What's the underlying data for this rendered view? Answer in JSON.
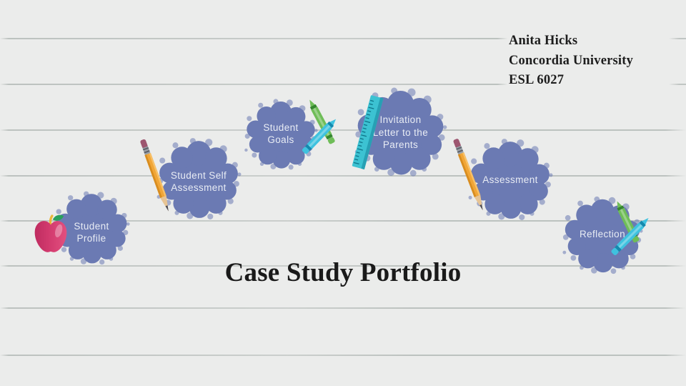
{
  "title": {
    "text": "Case Study Portfolio"
  },
  "header": {
    "lines": [
      "Anita Hicks",
      "Concordia University",
      "ESL 6027"
    ]
  },
  "colors": {
    "bg": "#ebeceb",
    "line": "#969f9b",
    "cloud": "#6b7ab3",
    "label-text": "#eef1f7",
    "title-text": "#1a1a1a",
    "header-text": "#1d1d1d",
    "pencil-body": "#f1a637",
    "pencil-body-light": "#f7c067",
    "pencil-body-dark": "#d88d20",
    "pencil-eraser": "#9d5670",
    "pencil-ferrule": "#99a0a8",
    "pencil-wood": "#e7c494",
    "pencil-lead": "#4c4c55",
    "crayon-green": "#6fbd58",
    "crayon-green-dark": "#35862f",
    "crayon-cyan": "#3fc2df",
    "crayon-cyan-dark": "#1489ad",
    "ruler": "#3cc2d2",
    "ruler-shade": "#27a0b4",
    "ruler-tick": "#0e7488",
    "apple": "#d23a6e",
    "apple-stem": "#e9b63a",
    "apple-leaf": "#2aa05c"
  },
  "nodes": [
    {
      "id": "student-profile",
      "icon": "apple-icon",
      "lines": [
        "Student",
        "Profile"
      ]
    },
    {
      "id": "student-self-assessment",
      "icon": "pencil-icon",
      "lines": [
        "Student Self",
        "Assessment"
      ]
    },
    {
      "id": "student-goals",
      "icon": "crayons-icon",
      "lines": [
        "Student",
        "Goals"
      ]
    },
    {
      "id": "invitation-letter",
      "icon": "ruler-icon",
      "lines": [
        "Invitation",
        "Letter to the",
        "Parents"
      ]
    },
    {
      "id": "assessment",
      "icon": "pencil-icon",
      "lines": [
        "Assessment"
      ]
    },
    {
      "id": "reflection",
      "icon": "crayons-icon",
      "lines": [
        "Reflection"
      ]
    }
  ]
}
